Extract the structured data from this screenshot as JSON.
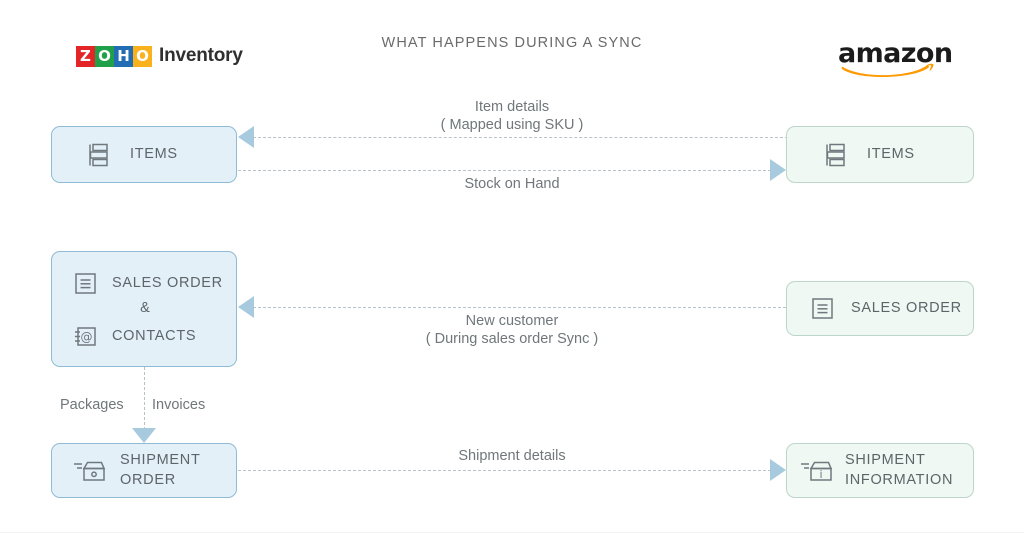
{
  "header": {
    "title": "WHAT HAPPENS DURING A SYNC",
    "left_brand": {
      "name": "Zoho Inventory",
      "mark_letters": [
        "Z",
        "O",
        "H",
        "O"
      ],
      "mark_colors": [
        "#e42527",
        "#21a04a",
        "#226db4",
        "#f9b21d"
      ],
      "word": "Inventory"
    },
    "right_brand": {
      "name": "amazon",
      "word": "amazon",
      "smile_color": "#ff9900"
    }
  },
  "colors": {
    "left_fill": "#e3f0f8",
    "left_border": "#8fbcd4",
    "right_fill": "#f0f8f4",
    "right_border": "#bcd6c9",
    "dash": "#b9c2c8",
    "arrow": "#a8cade",
    "text": "#5d6569",
    "title_text": "#6b6b6b"
  },
  "nodes": {
    "items_left": {
      "label": "ITEMS",
      "icon": "items-icon",
      "side": "left"
    },
    "items_right": {
      "label": "ITEMS",
      "icon": "items-icon",
      "side": "right"
    },
    "sales_left": {
      "label_1": "SALES ORDER",
      "conjunction": "&",
      "label_2": "CONTACTS",
      "icon_1": "document-lines-icon",
      "icon_2": "contacts-at-icon",
      "side": "left"
    },
    "sales_right": {
      "label": "SALES ORDER",
      "icon": "document-lines-icon",
      "side": "right"
    },
    "shipment_left": {
      "label_1": "SHIPMENT",
      "label_2": "ORDER",
      "icon": "shipment-box-icon",
      "side": "left"
    },
    "shipment_right": {
      "label_1": "SHIPMENT",
      "label_2": "INFORMATION",
      "icon": "shipment-info-box-icon",
      "side": "right"
    }
  },
  "edges": {
    "item_details": {
      "line_1": "Item details",
      "line_2": "( Mapped using SKU )",
      "direction": "right-to-left"
    },
    "stock_on_hand": {
      "line_1": "Stock on Hand",
      "direction": "left-to-right"
    },
    "new_customer": {
      "line_1": "New customer",
      "line_2": "( During sales order Sync )",
      "direction": "right-to-left"
    },
    "shipment_details": {
      "line_1": "Shipment details",
      "direction": "left-to-right"
    },
    "internal_flow": {
      "left_label": "Packages",
      "right_label": "Invoices",
      "direction": "top-to-bottom"
    }
  }
}
